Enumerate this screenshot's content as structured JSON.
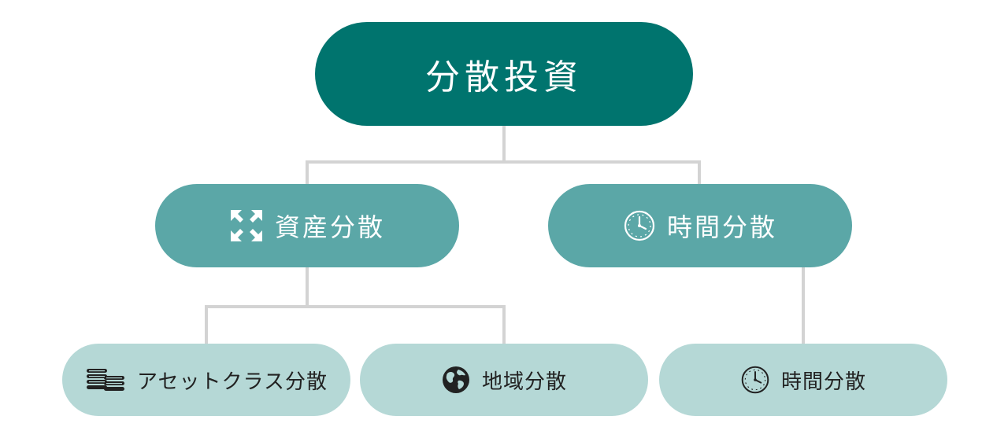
{
  "diagram": {
    "root": {
      "label": "分散投資"
    },
    "asset": {
      "label": "資産分散",
      "icon": "expand-arrows-icon"
    },
    "time": {
      "label": "時間分散",
      "icon": "clock-icon"
    },
    "leaves": {
      "assetclass": {
        "label": "アセットクラス分散",
        "icon": "coins-stack-icon"
      },
      "region": {
        "label": "地域分散",
        "icon": "globe-icon"
      },
      "time": {
        "label": "時間分散",
        "icon": "clock-icon"
      }
    },
    "colors": {
      "root": "#00746e",
      "mid": "#5ba7a7",
      "leaf": "#b5d8d6",
      "connector": "#d3d3d3",
      "leaf_text": "#222222"
    }
  }
}
